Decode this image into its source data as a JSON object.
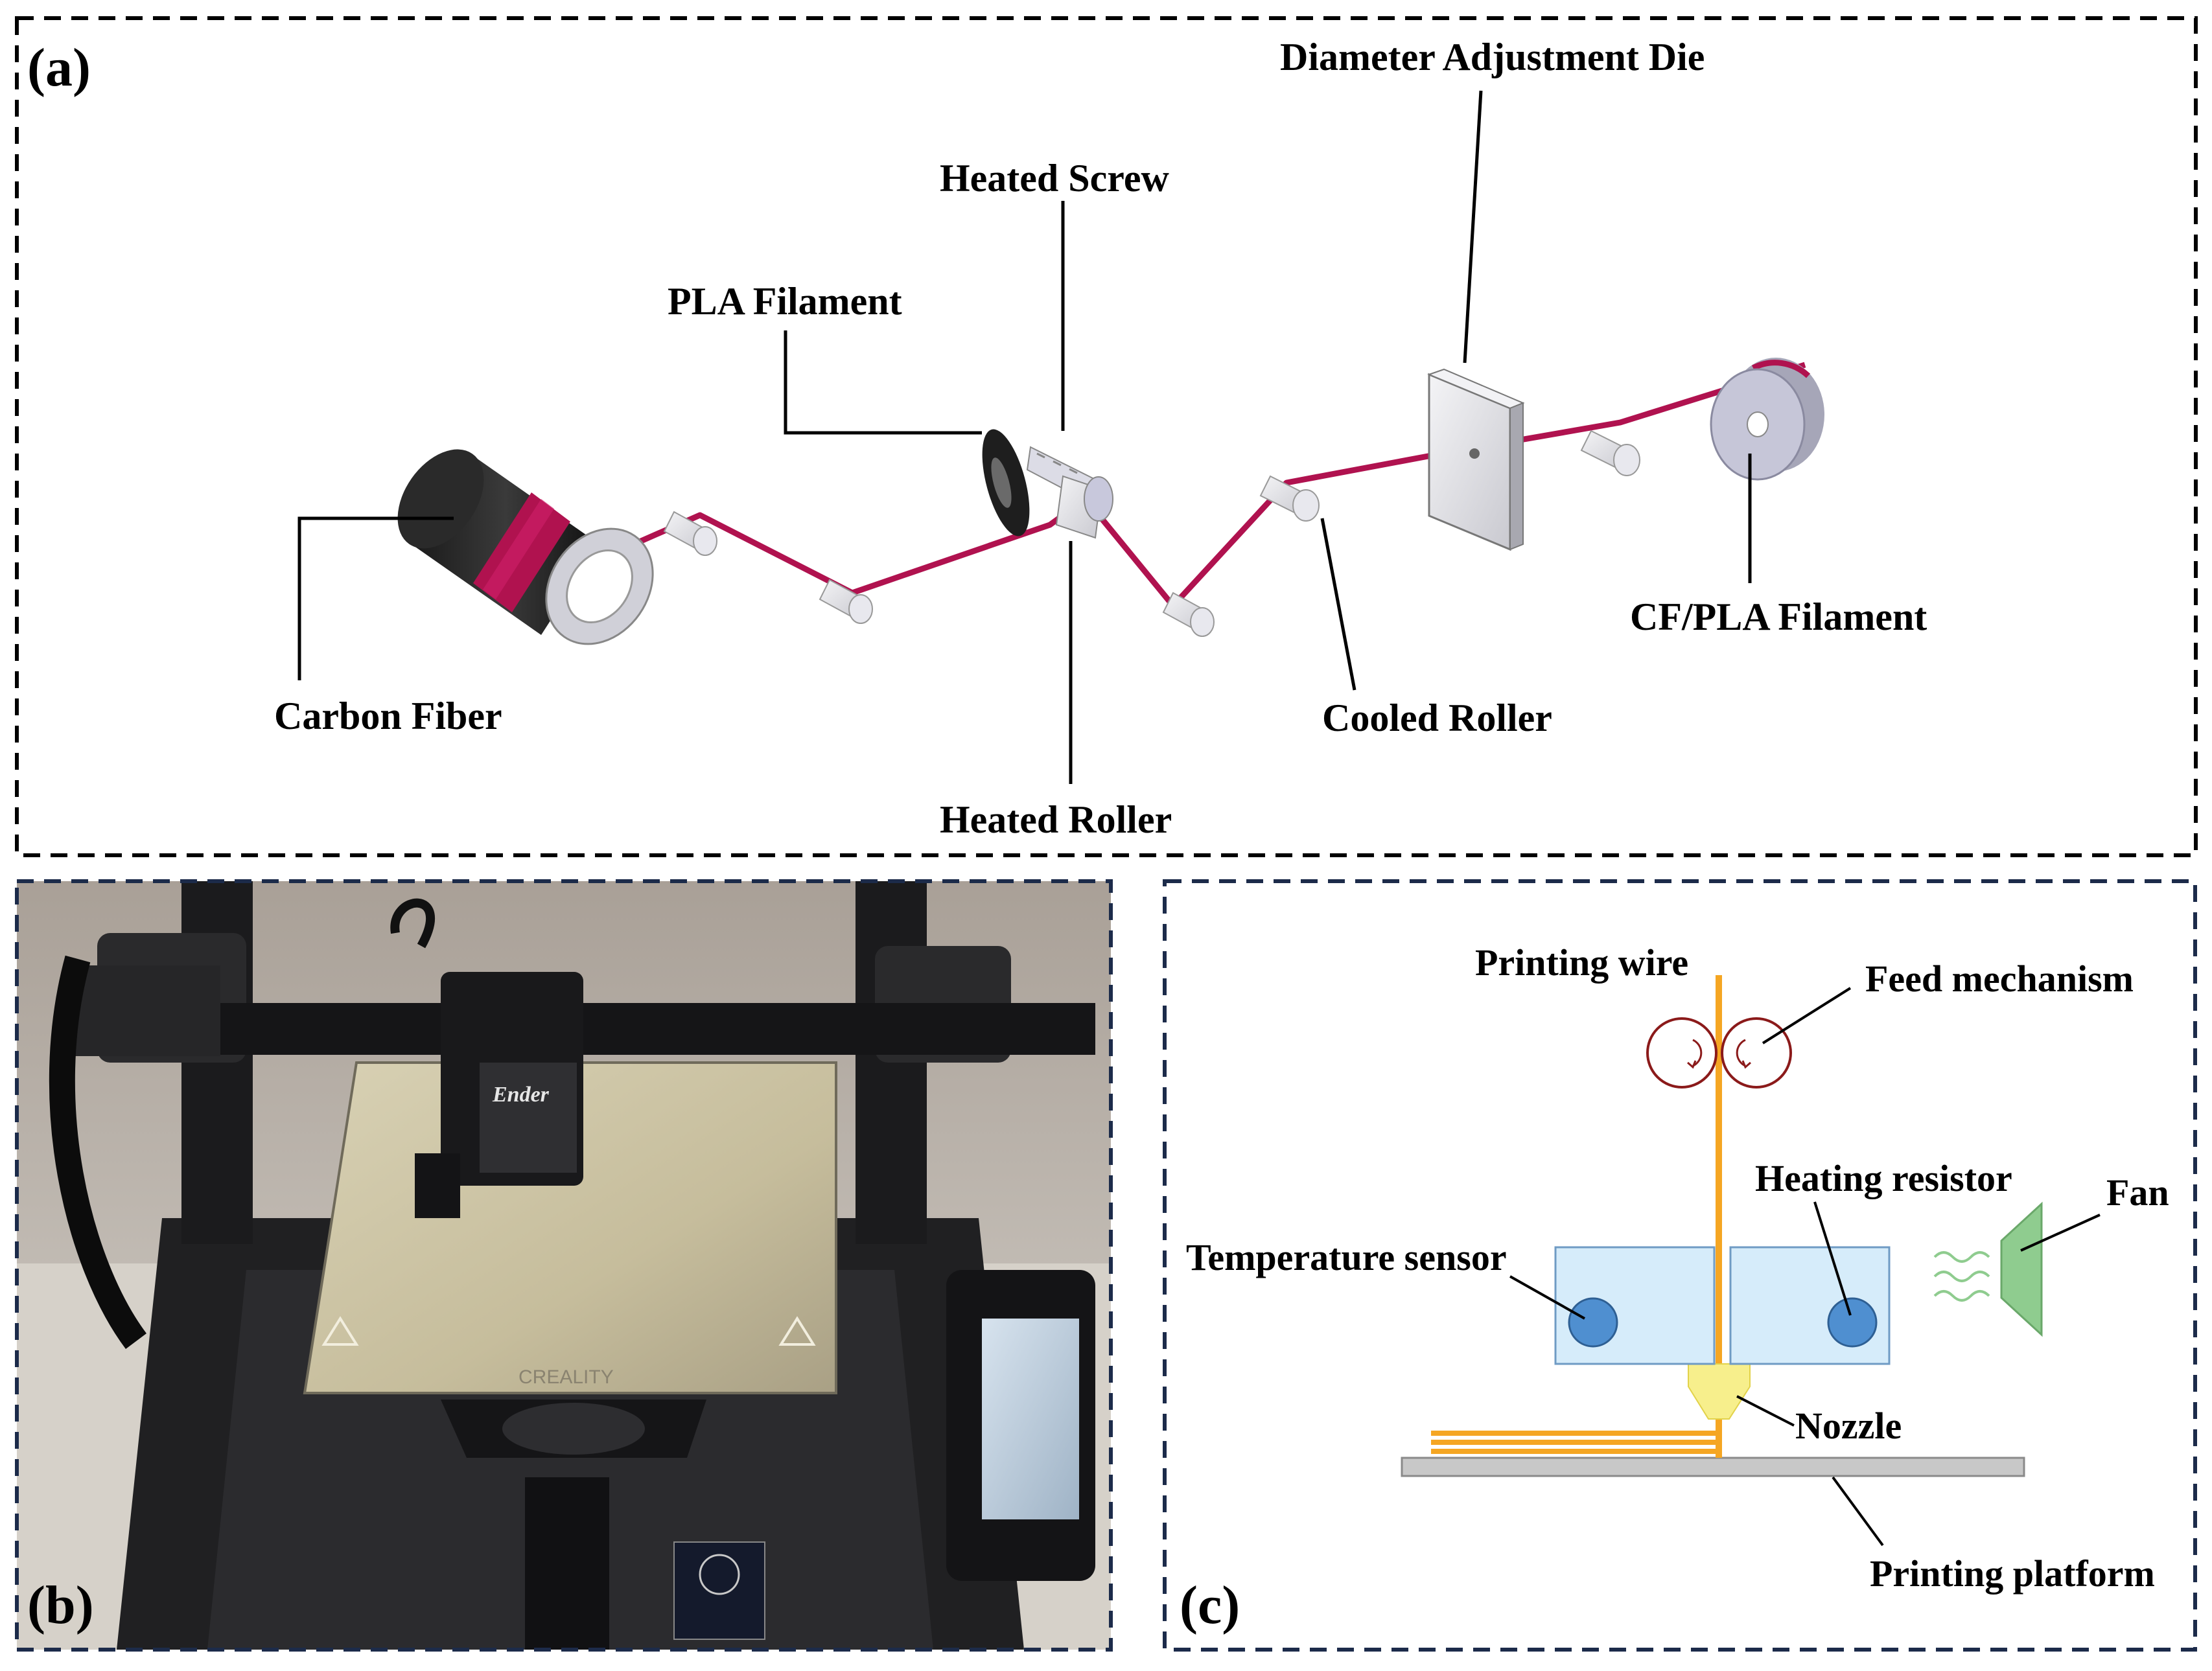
{
  "panel_a": {
    "letter": "(a)",
    "labels": {
      "carbon_fiber": "Carbon Fiber",
      "pla_filament": "PLA Filament",
      "heated_screw": "Heated Screw",
      "heated_roller": "Heated Roller",
      "diameter_die": "Diameter Adjustment Die",
      "cooled_roller": "Cooled Roller",
      "cf_pla_filament": "CF/PLA Filament"
    }
  },
  "panel_b": {
    "letter": "(b)",
    "printer_badge": "Ender",
    "bed_brand": "CREALITY"
  },
  "panel_c": {
    "letter": "(c)",
    "labels": {
      "printing_wire": "Printing wire",
      "feed_mechanism": "Feed mechanism",
      "heating_resistor": "Heating resistor",
      "fan": "Fan",
      "temperature_sensor": "Temperature sensor",
      "nozzle": "Nozzle",
      "printing_platform": "Printing platform"
    }
  },
  "colors": {
    "fiber": "#b0124f",
    "wire": "#f5a623",
    "heater_block": "#d6ecfa",
    "sensor": "#4f8fd0",
    "nozzle": "#f7ef8c",
    "fan": "#8fcc8f",
    "roller_circle": "#8b1a1a",
    "platform": "#c8c8c8",
    "frame_a": "#000000",
    "frame_bc": "#1c2b4a"
  }
}
